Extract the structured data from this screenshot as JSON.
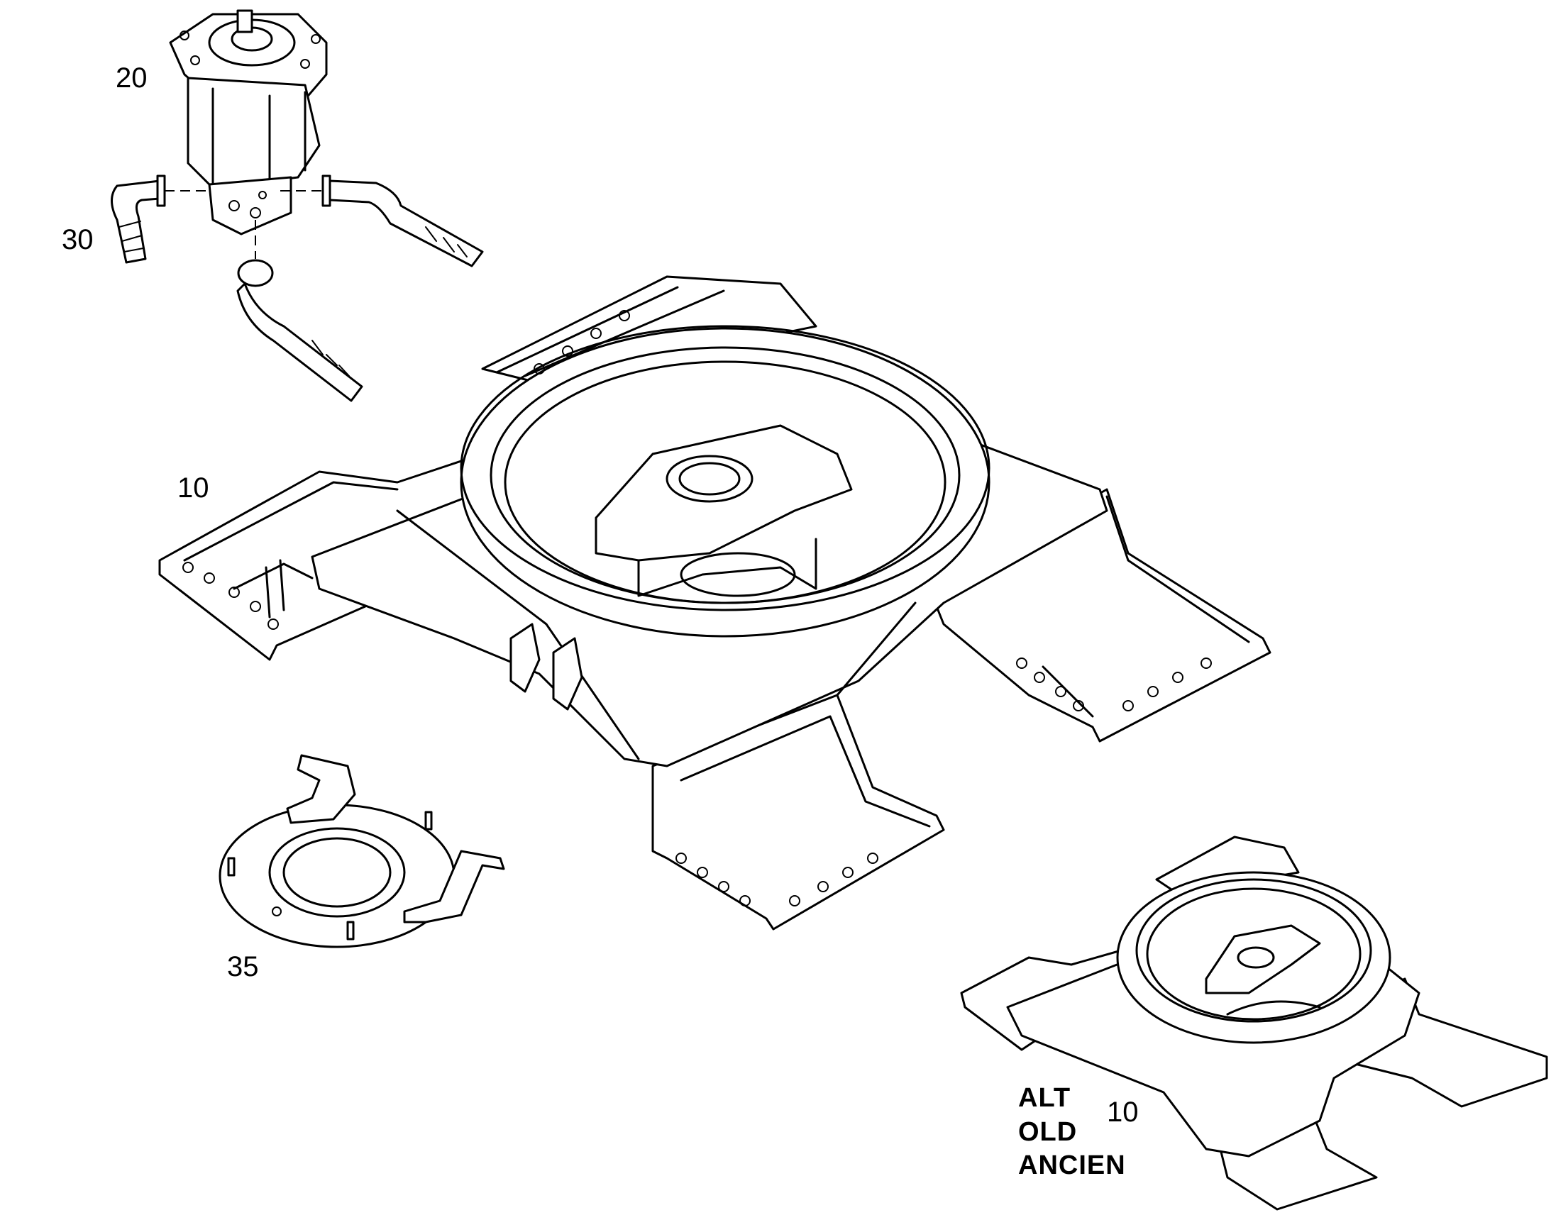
{
  "callouts": {
    "motor": "20",
    "hoses": "30",
    "frame": "10",
    "plate": "35",
    "alt_frame": "10"
  },
  "alt_label": {
    "line1": "ALT",
    "line2": "OLD",
    "line3": "ANCIEN"
  },
  "colors": {
    "line": "#000000",
    "background": "#ffffff"
  }
}
